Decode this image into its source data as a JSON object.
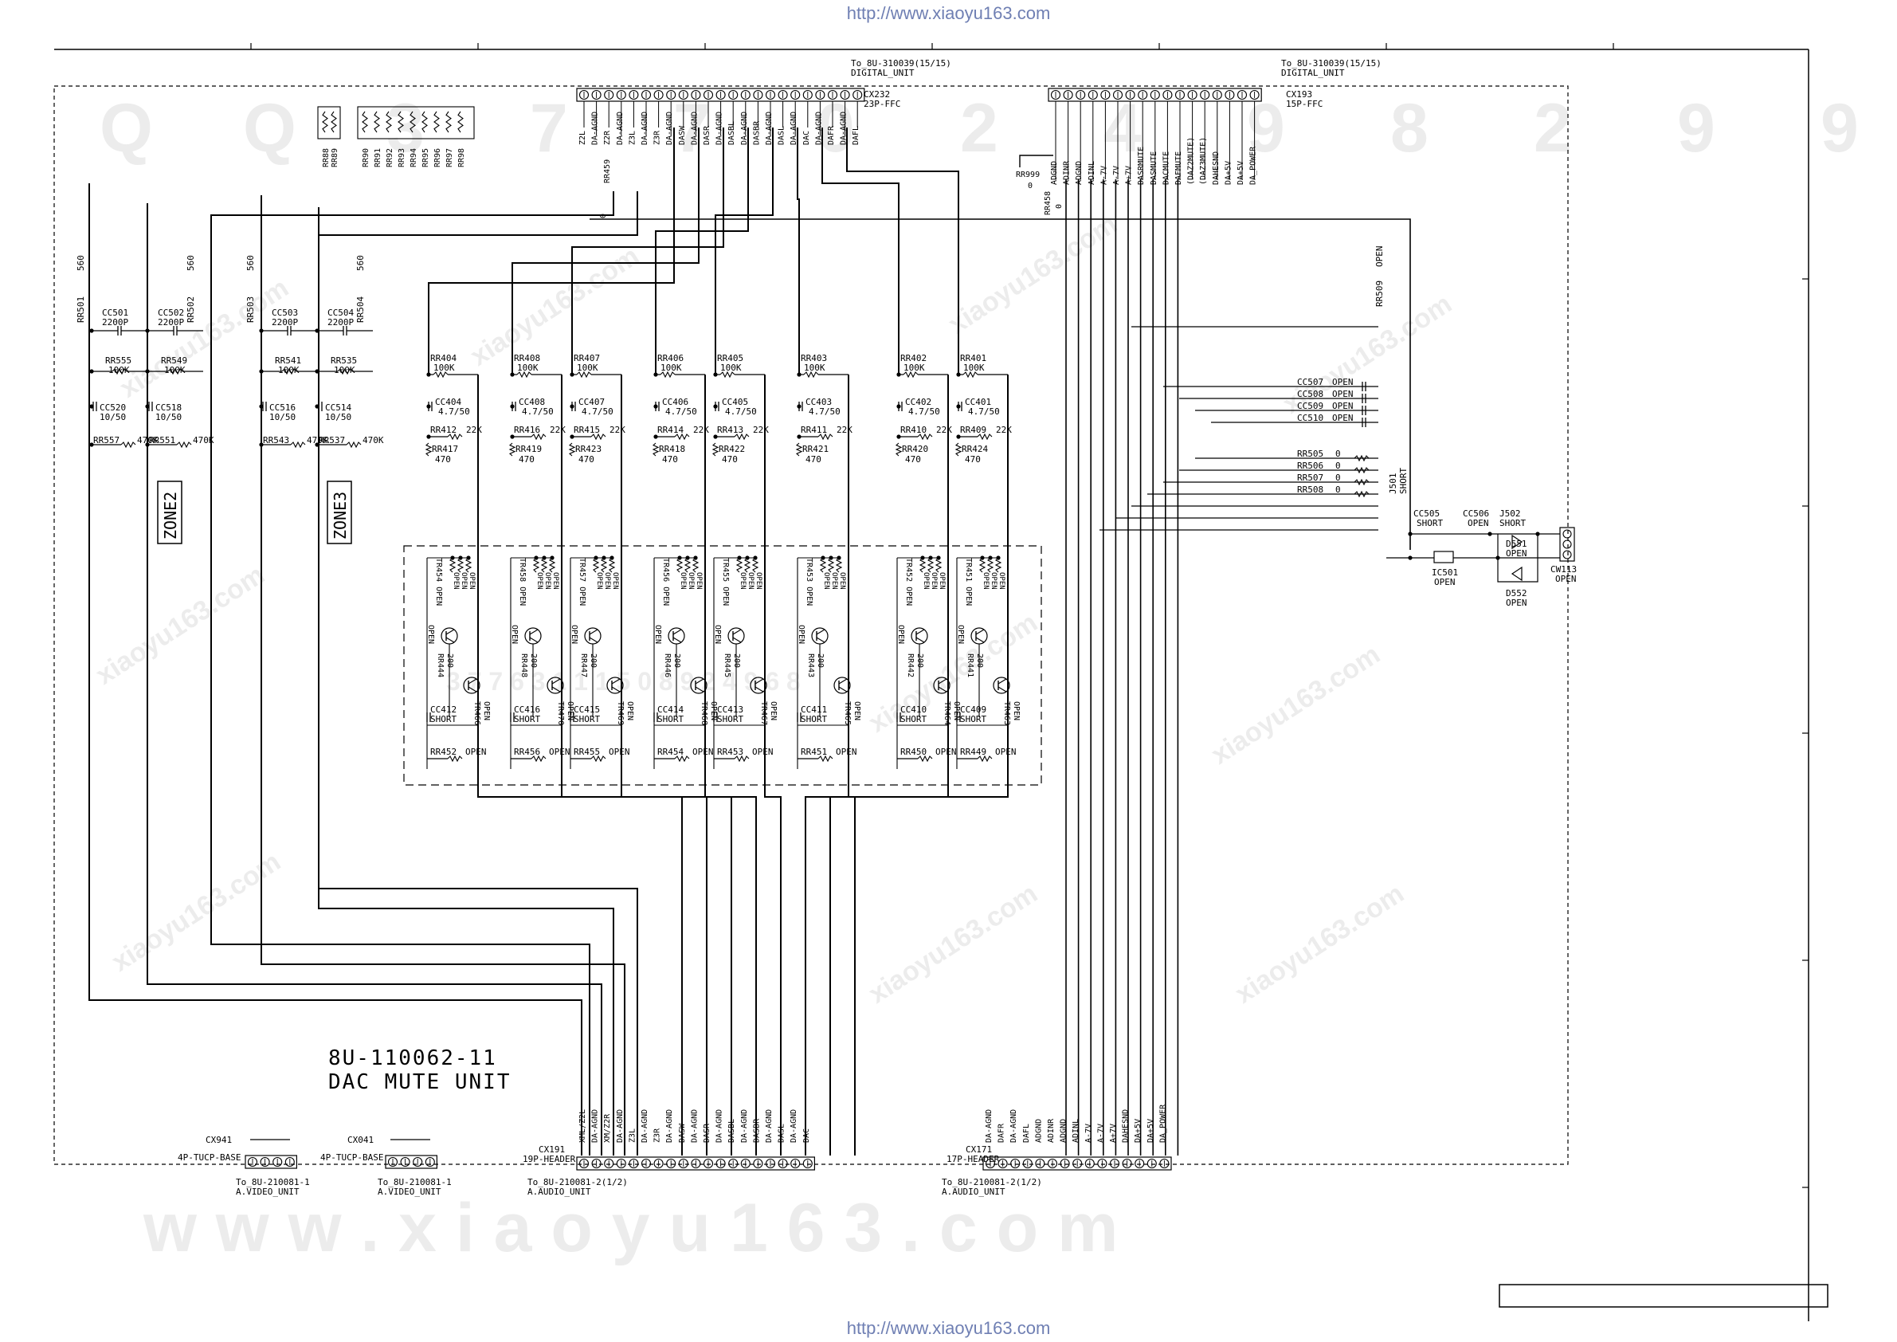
{
  "header_url": "http://www.xiaoyu163.com",
  "footer_url": "http://www.xiaoyu163.com",
  "unit": {
    "part": "8U-110062-11",
    "name": "DAC MUTE UNIT"
  },
  "zones": [
    "ZONE2",
    "ZONE3"
  ],
  "connectors": {
    "cx232": {
      "ref": "CX232",
      "type": "23P-FFC",
      "to": "To_8U-310039(15/15)",
      "unit": "DIGITAL_UNIT",
      "pins": [
        "Z2L",
        "DA-AGND",
        "Z2R",
        "DA-AGND",
        "Z3L",
        "DA-AGND",
        "Z3R",
        "DA-AGND",
        "DASW",
        "DA-AGND",
        "DASR",
        "DA-AGND",
        "DASBL",
        "DA-AGND",
        "DASBR",
        "DA-AGND",
        "DASL",
        "DA-AGND",
        "DAC",
        "DA-AGND",
        "DAFR",
        "DA-AGND",
        "DAFL"
      ]
    },
    "cx193": {
      "ref": "CX193",
      "type": "15P-FFC",
      "to": "To_8U-310039(15/15)",
      "unit": "DIGITAL_UNIT",
      "pins": [
        "ADGND",
        "ADINR",
        "ADGND",
        "ADINL",
        "A-7V",
        "A-7V",
        "A+7V",
        "DASRMUTE",
        "DASMUTE",
        "DACMUTE",
        "DAFMUTE",
        "(DAZ2MUTE)",
        "(DAZ3MUTE)",
        "DAHESND",
        "DA+5V",
        "DA+5V",
        "DA_POWER"
      ]
    },
    "cx191": {
      "ref": "CX191",
      "type": "19P-HEADER",
      "to": "To_8U-210081-2(1/2)",
      "unit": "A.AUDIO_UNIT",
      "pins": [
        "XML/Z2L",
        "DA-AGND",
        "XM/Z2R",
        "DA-AGND",
        "Z3L",
        "DA-AGND",
        "Z3R",
        "DA-AGND",
        "DASW",
        "DA-AGND",
        "DASR",
        "DA-AGND",
        "DASBL",
        "DA-AGND",
        "DASBR",
        "DA-AGND",
        "DASL",
        "DA-AGND",
        "DAC"
      ]
    },
    "cx171": {
      "ref": "CX171",
      "type": "17P-HEADER",
      "to": "To_8U-210081-2(1/2)",
      "unit": "A.AUDIO_UNIT",
      "pins": [
        "DA-AGND",
        "DAFR",
        "DA-AGND",
        "DAFL",
        "ADGND",
        "ADINR",
        "ADGND",
        "ADINL",
        "A-7V",
        "A-7V",
        "A+7V",
        "DAHESND",
        "DA+5V",
        "DA+5V",
        "DA_POWER"
      ]
    },
    "cx941": {
      "ref": "CX941",
      "type": "4P-TUCP-BASE",
      "to": "To_8U-210081-1",
      "unit": "A.VIDEO_UNIT"
    },
    "cx041": {
      "ref": "CX041",
      "type": "4P-TUCP-BASE",
      "to": "To_8U-210081-1",
      "unit": "A.VIDEO_UNIT"
    },
    "cw113": {
      "ref": "CW113",
      "value": "OPEN"
    }
  },
  "top_resistor_bank": [
    "RR88",
    "RR89",
    "RR90",
    "RR91",
    "RR92",
    "RR93",
    "RR94",
    "RR95",
    "RR96",
    "RR97",
    "RR98"
  ],
  "zone_parts": [
    {
      "r_top": "RR501",
      "r_top_v": "560",
      "cap": "CC501",
      "cap_v": "2200P",
      "r_mid": "RR555",
      "r_mid_v": "100K",
      "ec": "CC520",
      "ec_v": "10/50",
      "r_bot": "RR557",
      "r_bot_v": "470K"
    },
    {
      "r_top": "RR502",
      "r_top_v": "560",
      "cap": "CC502",
      "cap_v": "2200P",
      "r_mid": "RR549",
      "r_mid_v": "100K",
      "ec": "CC518",
      "ec_v": "10/50",
      "r_bot": "RR551",
      "r_bot_v": "470K"
    },
    {
      "r_top": "RR503",
      "r_top_v": "560",
      "cap": "CC503",
      "cap_v": "2200P",
      "r_mid": "RR541",
      "r_mid_v": "100K",
      "ec": "CC516",
      "ec_v": "10/50",
      "r_bot": "RR543",
      "r_bot_v": "470K"
    },
    {
      "r_top": "RR504",
      "r_top_v": "560",
      "cap": "CC504",
      "cap_v": "2200P",
      "r_mid": "RR535",
      "r_mid_v": "100K",
      "ec": "CC514",
      "ec_v": "10/50",
      "r_bot": "RR537",
      "r_bot_v": "470K"
    }
  ],
  "channels": [
    {
      "r100": "RR404",
      "cap": "CC404",
      "r22": "RR412",
      "r470": "RR417",
      "q1": "TR454",
      "r200": "RR444",
      "q2": "TR466",
      "cs": "CC412",
      "rb": "RR452"
    },
    {
      "r100": "RR408",
      "cap": "CC408",
      "r22": "RR416",
      "r470": "RR419",
      "q1": "TR458",
      "r200": "RR448",
      "q2": "TR470",
      "cs": "CC416",
      "rb": "RR456"
    },
    {
      "r100": "RR407",
      "cap": "CC407",
      "r22": "RR415",
      "r470": "RR423",
      "q1": "TR457",
      "r200": "RR447",
      "q2": "TR469",
      "cs": "CC415",
      "rb": "RR455"
    },
    {
      "r100": "RR406",
      "cap": "CC406",
      "r22": "RR414",
      "r470": "RR418",
      "q1": "TR456",
      "r200": "RR446",
      "q2": "TR468",
      "cs": "CC414",
      "rb": "RR454"
    },
    {
      "r100": "RR405",
      "cap": "CC405",
      "r22": "RR413",
      "r470": "RR422",
      "q1": "TR455",
      "r200": "RR445",
      "q2": "TR467",
      "cs": "CC413",
      "rb": "RR453"
    },
    {
      "r100": "RR403",
      "cap": "CC403",
      "r22": "RR411",
      "r470": "RR421",
      "q1": "TR453",
      "r200": "RR443",
      "q2": "TR465",
      "cs": "CC411",
      "rb": "RR451"
    },
    {
      "r100": "RR402",
      "cap": "CC402",
      "r22": "RR410",
      "r470": "RR420",
      "q1": "TR452",
      "r200": "RR442",
      "q2": "TR464",
      "cs": "CC410",
      "rb": "RR450"
    },
    {
      "r100": "RR401",
      "cap": "CC401",
      "r22": "RR409",
      "r470": "RR424",
      "q1": "TR451",
      "r200": "RR441",
      "q2": "TR463",
      "cs": "CC409",
      "rb": "RR449"
    }
  ],
  "values": {
    "r100": "100K",
    "cap": "4.7/50",
    "r22": "22K",
    "r470": "470",
    "r200": "200",
    "open": "OPEN",
    "short": "SHORT",
    "zero": "0"
  },
  "right_parts": {
    "open_caps": [
      "CC507",
      "CC508",
      "CC509",
      "CC510"
    ],
    "zero_res": [
      "RR505",
      "RR506",
      "RR507",
      "RR508"
    ],
    "rr509": "RR509",
    "j501": "J501",
    "cc505": "CC505",
    "cc506": "CC506",
    "j502": "J502",
    "ic501": "IC501",
    "d551": "D551",
    "d552": "D552",
    "rr999": "RR999",
    "rr458": "RR458",
    "rr459": "RR459"
  },
  "watermark": {
    "top": [
      "Q",
      "Q",
      "3",
      "7",
      "7",
      "0",
      "2",
      "4",
      "9",
      "8",
      "2",
      "9",
      "9"
    ],
    "mid": "3 7 7 6 3 1 1 1 5 0   8 9 2 4 9 6 8",
    "bottom": "w w w . x i a o y u 1 6 3 . c o m",
    "diag": "xiaoyu163.com"
  }
}
